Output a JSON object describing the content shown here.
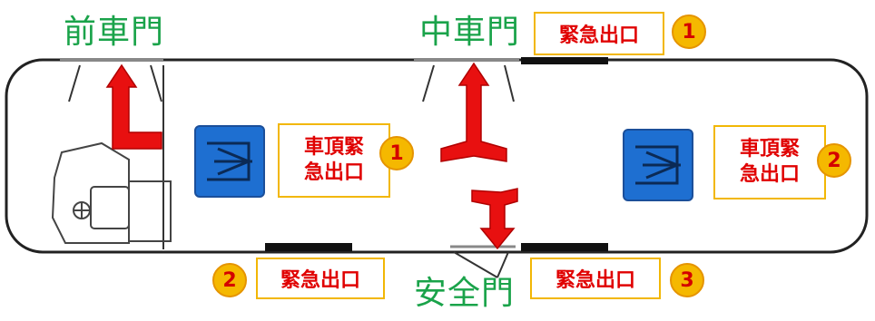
{
  "doors": {
    "front": "前車門",
    "middle": "中車門",
    "safety": "安全門"
  },
  "exits": {
    "top_right": {
      "label": "緊急出口",
      "number": "1"
    },
    "roof_1": {
      "line1": "車頂緊",
      "line2": "急出口",
      "number": "1"
    },
    "roof_2": {
      "line1": "車頂緊",
      "line2": "急出口",
      "number": "2"
    },
    "bottom_left": {
      "label": "緊急出口",
      "number": "2"
    },
    "bottom_right": {
      "label": "緊急出口",
      "number": "3"
    }
  },
  "colors": {
    "door_label": "#1aa34a",
    "exit_text": "#e00000",
    "badge": "#f5b800",
    "arrow": "#e81010",
    "hatch": "#1e6fd1",
    "bus_outline": "#222222"
  },
  "icons": {
    "roof_hatch": "roof-hatch-icon",
    "driver_seat": "driver-seat-icon",
    "arrow": "exit-arrow-icon"
  }
}
